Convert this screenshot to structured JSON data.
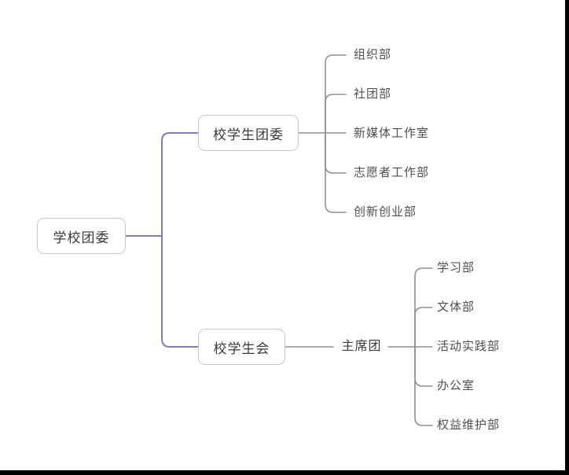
{
  "canvas": {
    "background": "#ffffff",
    "edge_bar_color": "#000000"
  },
  "colors": {
    "root_link": "#7c7cb8",
    "branch_link": "#909090",
    "node_border": "#c8c8c8",
    "node_text": "#3a3a3a",
    "leaf_text": "#4f4f4f"
  },
  "tree": {
    "root": {
      "label": "学校团委"
    },
    "branches": [
      {
        "label": "校学生团委",
        "children": [
          {
            "label": "组织部"
          },
          {
            "label": "社团部"
          },
          {
            "label": "新媒体工作室"
          },
          {
            "label": "志愿者工作部"
          },
          {
            "label": "创新创业部"
          }
        ]
      },
      {
        "label": "校学生会",
        "intermediate": {
          "label": "主席团"
        },
        "children": [
          {
            "label": "学习部"
          },
          {
            "label": "文体部"
          },
          {
            "label": "活动实践部"
          },
          {
            "label": "办公室"
          },
          {
            "label": "权益维护部"
          }
        ]
      }
    ]
  }
}
